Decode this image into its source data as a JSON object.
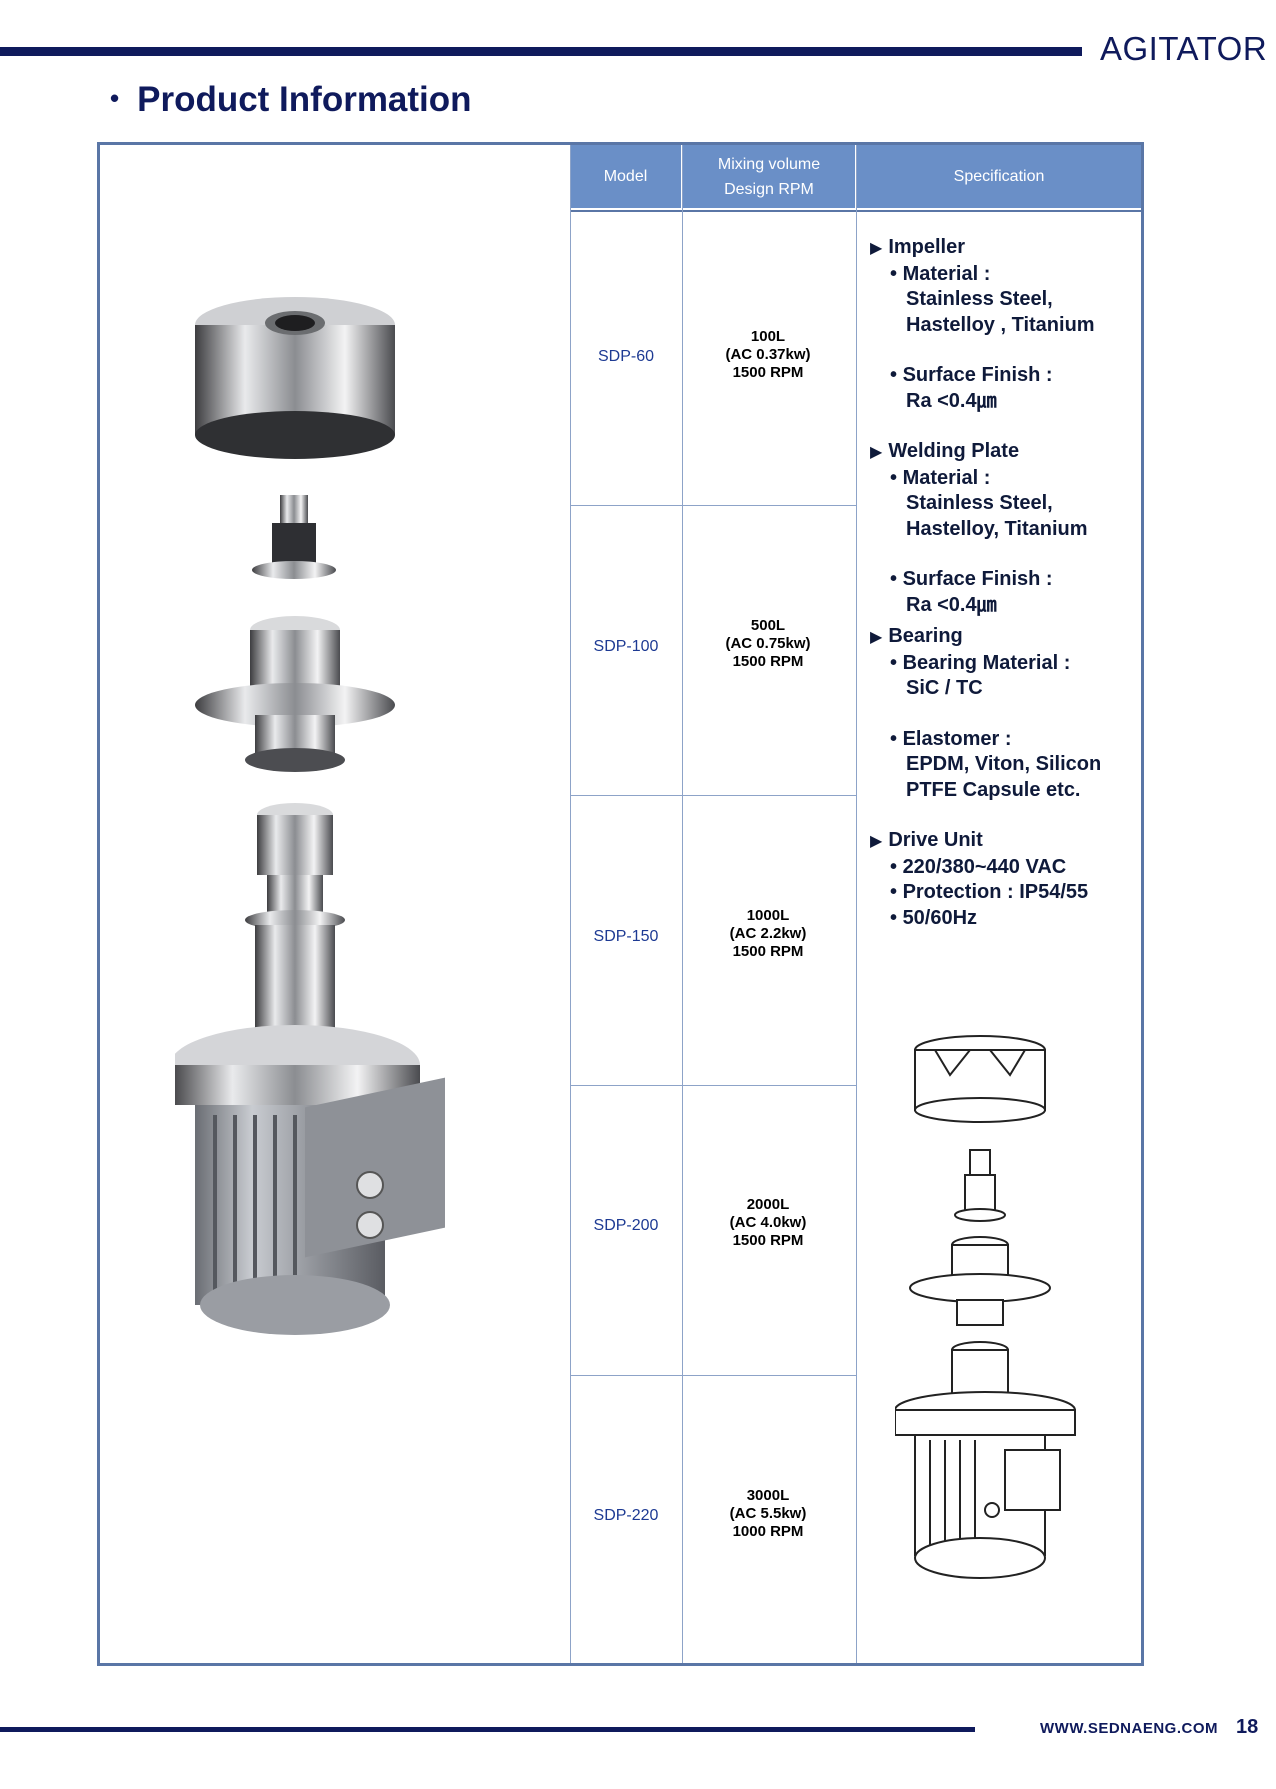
{
  "header": {
    "brand": "AGITATOR",
    "section_title": "Product Information"
  },
  "table": {
    "columns": [
      "Model",
      "Mixing volume\nDesign RPM",
      "Specification"
    ],
    "rows": [
      {
        "model": "SDP-60",
        "volume": "100L",
        "power": "(AC 0.37kw)",
        "rpm": "1500 RPM"
      },
      {
        "model": "SDP-100",
        "volume": "500L",
        "power": "(AC 0.75kw)",
        "rpm": "1500 RPM"
      },
      {
        "model": "SDP-150",
        "volume": "1000L",
        "power": "(AC 2.2kw)",
        "rpm": "1500 RPM"
      },
      {
        "model": "SDP-200",
        "volume": "2000L",
        "power": "(AC 4.0kw)",
        "rpm": "1500 RPM"
      },
      {
        "model": "SDP-220",
        "volume": "3000L",
        "power": "(AC 5.5kw)",
        "rpm": "1000 RPM"
      }
    ]
  },
  "spec": {
    "impeller": {
      "title": "Impeller",
      "material_label": "Material :",
      "material_1": "Stainless Steel,",
      "material_2": "Hastelloy , Titanium",
      "finish_label": "Surface Finish :",
      "finish_value": "Ra <0.4㎛"
    },
    "welding": {
      "title": "Welding Plate",
      "material_label": "Material :",
      "material_1": "Stainless Steel,",
      "material_2": "Hastelloy, Titanium",
      "finish_label": "Surface Finish :",
      "finish_value": "Ra <0.4㎛"
    },
    "bearing": {
      "title": "Bearing",
      "material_label": "Bearing Material :",
      "material_value": "SiC / TC",
      "elastomer_label": "Elastomer :",
      "elastomer_1": "EPDM, Viton, Silicon",
      "elastomer_2": "PTFE Capsule etc."
    },
    "drive": {
      "title": "Drive Unit",
      "item_1": "220/380~440 VAC",
      "item_2": "Protection : IP54/55",
      "item_3": "50/60Hz"
    }
  },
  "footer": {
    "url": "WWW.SEDNAENG.COM",
    "page": "18"
  }
}
